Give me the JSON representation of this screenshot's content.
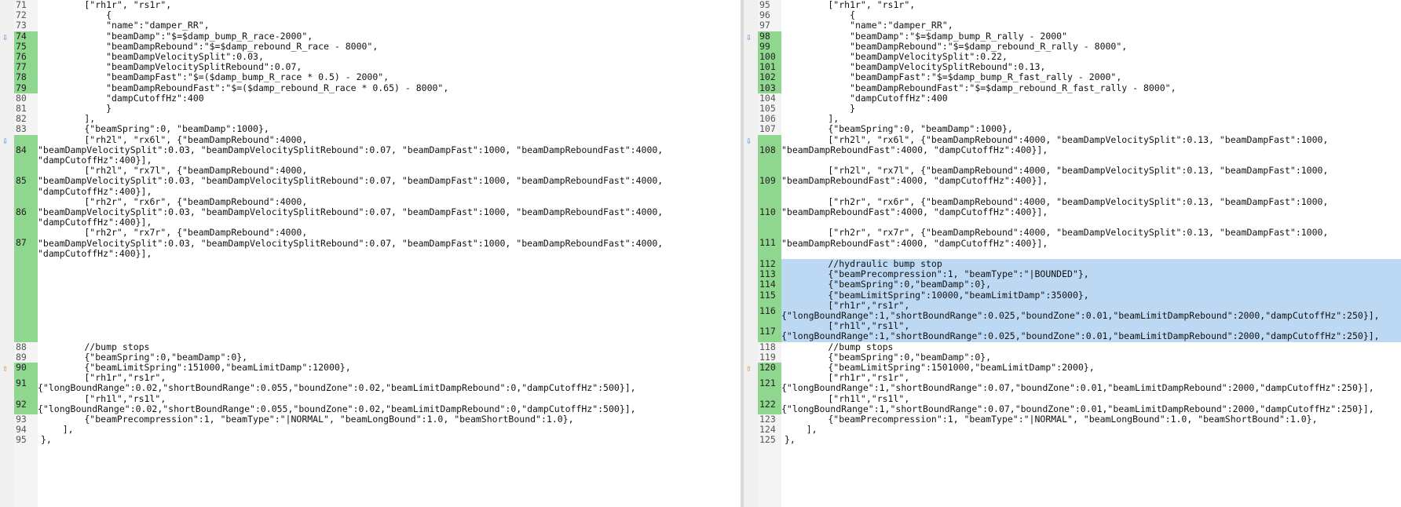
{
  "left": {
    "lines": [
      {
        "n": "71",
        "text": "        [\"rh1r\", \"rs1r\","
      },
      {
        "n": "72",
        "text": "            {"
      },
      {
        "n": "73",
        "text": "            \"name\":\"damper_RR\","
      },
      {
        "n": "74",
        "text": "            \"beamDamp\":\"$=$damp_bump_R_race-2000\",",
        "changed": true,
        "marker": "down"
      },
      {
        "n": "75",
        "text": "            \"beamDampRebound\":\"$=$damp_rebound_R_race - 8000\",",
        "changed": true
      },
      {
        "n": "76",
        "text": "            \"beamDampVelocitySplit\":0.03,",
        "changed": true
      },
      {
        "n": "77",
        "text": "            \"beamDampVelocitySplitRebound\":0.07,",
        "changed": true
      },
      {
        "n": "78",
        "text": "            \"beamDampFast\":\"$=($damp_bump_R_race * 0.5) - 2000\",",
        "changed": true
      },
      {
        "n": "79",
        "text": "            \"beamDampReboundFast\":\"$=($damp_rebound_R_race * 0.65) - 8000\",",
        "changed": true
      },
      {
        "n": "80",
        "text": "            \"dampCutoffHz\":400"
      },
      {
        "n": "81",
        "text": "            }"
      },
      {
        "n": "82",
        "text": "        ],"
      },
      {
        "n": "83",
        "text": "        {\"beamSpring\":0, \"beamDamp\":1000},"
      }
    ],
    "wrapped": [
      {
        "n": "84",
        "pre": "        [\"rh2l\", \"rx6l\", {\"beamDampRebound\":4000,",
        "l2": "\"beamDampVelocitySplit\":0.03, \"beamDampVelocitySplitRebound\":0.07, \"beamDampFast\":1000, \"beamDampReboundFast\":4000,",
        "l3": "\"dampCutoffHz\":400}],"
      },
      {
        "n": "85",
        "pre": "        [\"rh2l\", \"rx7l\", {\"beamDampRebound\":4000,",
        "l2": "\"beamDampVelocitySplit\":0.03, \"beamDampVelocitySplitRebound\":0.07, \"beamDampFast\":1000, \"beamDampReboundFast\":4000,",
        "l3": "\"dampCutoffHz\":400}],"
      },
      {
        "n": "86",
        "pre": "        [\"rh2r\", \"rx6r\", {\"beamDampRebound\":4000,",
        "l2": "\"beamDampVelocitySplit\":0.03, \"beamDampVelocitySplitRebound\":0.07, \"beamDampFast\":1000, \"beamDampReboundFast\":4000,",
        "l3": "\"dampCutoffHz\":400}],"
      },
      {
        "n": "87",
        "pre": "        [\"rh2r\", \"rx7r\", {\"beamDampRebound\":4000,",
        "l2": "\"beamDampVelocitySplit\":0.03, \"beamDampVelocitySplitRebound\":0.07, \"beamDampFast\":1000, \"beamDampReboundFast\":4000,",
        "l3": "\"dampCutoffHz\":400}],"
      }
    ],
    "tail": [
      {
        "n": "88",
        "text": "        //bump stops"
      },
      {
        "n": "89",
        "text": "        {\"beamSpring\":0,\"beamDamp\":0},"
      },
      {
        "n": "90",
        "text": "        {\"beamLimitSpring\":151000,\"beamLimitDamp\":12000},",
        "changed": true,
        "marker": "up"
      },
      {
        "n": "91",
        "text": "        [\"rh1r\",\"rs1r\",",
        "l2": "{\"longBoundRange\":0.02,\"shortBoundRange\":0.055,\"boundZone\":0.02,\"beamLimitDampRebound\":0,\"dampCutoffHz\":500}],",
        "changed": true
      },
      {
        "n": "92",
        "text": "        [\"rh1l\",\"rs1l\",",
        "l2": "{\"longBoundRange\":0.02,\"shortBoundRange\":0.055,\"boundZone\":0.02,\"beamLimitDampRebound\":0,\"dampCutoffHz\":500}],",
        "changed": true
      },
      {
        "n": "93",
        "text": "        {\"beamPrecompression\":1, \"beamType\":\"|NORMAL\", \"beamLongBound\":1.0, \"beamShortBound\":1.0},"
      },
      {
        "n": "94",
        "text": "    ],"
      },
      {
        "n": "95",
        "text": "},"
      }
    ]
  },
  "right": {
    "lines": [
      {
        "n": "95",
        "text": "        [\"rh1r\", \"rs1r\","
      },
      {
        "n": "96",
        "text": "            {"
      },
      {
        "n": "97",
        "text": "            \"name\":\"damper_RR\","
      },
      {
        "n": "98",
        "text": "            \"beamDamp\":\"$=$damp_bump_R_rally - 2000\"",
        "changed": true,
        "marker": "down"
      },
      {
        "n": "99",
        "text": "            \"beamDampRebound\":\"$=$damp_rebound_R_rally - 8000\",",
        "changed": true
      },
      {
        "n": "100",
        "text": "            \"beamDampVelocitySplit\":0.22,",
        "changed": true
      },
      {
        "n": "101",
        "text": "            \"beamDampVelocitySplitRebound\":0.13,",
        "changed": true
      },
      {
        "n": "102",
        "text": "            \"beamDampFast\":\"$=$damp_bump_R_fast_rally - 2000\",",
        "changed": true
      },
      {
        "n": "103",
        "text": "            \"beamDampReboundFast\":\"$=$damp_rebound_R_fast_rally - 8000\",",
        "changed": true
      },
      {
        "n": "104",
        "text": "            \"dampCutoffHz\":400"
      },
      {
        "n": "105",
        "text": "            }"
      },
      {
        "n": "106",
        "text": "        ],"
      },
      {
        "n": "107",
        "text": "        {\"beamSpring\":0, \"beamDamp\":1000},"
      }
    ],
    "wrapped": [
      {
        "n": "108",
        "pre": "        [\"rh2l\", \"rx6l\", {\"beamDampRebound\":4000, \"beamDampVelocitySplit\":0.13, \"beamDampFast\":1000,",
        "l2": "\"beamDampReboundFast\":4000, \"dampCutoffHz\":400}],"
      },
      {
        "n": "109",
        "pre": "        [\"rh2l\", \"rx7l\", {\"beamDampRebound\":4000, \"beamDampVelocitySplit\":0.13, \"beamDampFast\":1000,",
        "l2": "\"beamDampReboundFast\":4000, \"dampCutoffHz\":400}],"
      },
      {
        "n": "110",
        "pre": "        [\"rh2r\", \"rx6r\", {\"beamDampRebound\":4000, \"beamDampVelocitySplit\":0.13, \"beamDampFast\":1000,",
        "l2": "\"beamDampReboundFast\":4000, \"dampCutoffHz\":400}],"
      },
      {
        "n": "111",
        "pre": "        [\"rh2r\", \"rx7r\", {\"beamDampRebound\":4000, \"beamDampVelocitySplit\":0.13, \"beamDampFast\":1000,",
        "l2": "\"beamDampReboundFast\":4000, \"dampCutoffHz\":400}],"
      }
    ],
    "inserted": [
      {
        "n": "112",
        "text": "        //hydraulic bump stop"
      },
      {
        "n": "113",
        "text": "        {\"beamPrecompression\":1, \"beamType\":\"|BOUNDED\"},"
      },
      {
        "n": "114",
        "text": "        {\"beamSpring\":0,\"beamDamp\":0},"
      },
      {
        "n": "115",
        "text": "        {\"beamLimitSpring\":10000,\"beamLimitDamp\":35000},"
      },
      {
        "n": "116",
        "text": "        [\"rh1r\",\"rs1r\",",
        "l2": "{\"longBoundRange\":1,\"shortBoundRange\":0.025,\"boundZone\":0.01,\"beamLimitDampRebound\":2000,\"dampCutoffHz\":250}],"
      },
      {
        "n": "117",
        "text": "        [\"rh1l\",\"rs1l\",",
        "l2": "{\"longBoundRange\":1,\"shortBoundRange\":0.025,\"boundZone\":0.01,\"beamLimitDampRebound\":2000,\"dampCutoffHz\":250}],"
      }
    ],
    "tail": [
      {
        "n": "118",
        "text": "        //bump stops"
      },
      {
        "n": "119",
        "text": "        {\"beamSpring\":0,\"beamDamp\":0},"
      },
      {
        "n": "120",
        "text": "        {\"beamLimitSpring\":1501000,\"beamLimitDamp\":2000},",
        "changed": true,
        "marker": "up"
      },
      {
        "n": "121",
        "text": "        [\"rh1r\",\"rs1r\",",
        "l2": "{\"longBoundRange\":1,\"shortBoundRange\":0.07,\"boundZone\":0.01,\"beamLimitDampRebound\":2000,\"dampCutoffHz\":250}],",
        "changed": true
      },
      {
        "n": "122",
        "text": "        [\"rh1l\",\"rs1l\",",
        "l2": "{\"longBoundRange\":1,\"shortBoundRange\":0.07,\"boundZone\":0.01,\"beamLimitDampRebound\":2000,\"dampCutoffHz\":250}],",
        "changed": true
      },
      {
        "n": "123",
        "text": "        {\"beamPrecompression\":1, \"beamType\":\"|NORMAL\", \"beamLongBound\":1.0, \"beamShortBound\":1.0},"
      },
      {
        "n": "124",
        "text": "    ],"
      },
      {
        "n": "125",
        "text": "},"
      }
    ]
  },
  "colors": {
    "changed_gutter": "#8fd68f",
    "highlight": "#bcd8f3",
    "marker_down": "#2a7fd4",
    "marker_up": "#e07b16"
  },
  "icons": {
    "down_marker": "arrow-down-icon",
    "up_marker": "arrow-up-icon"
  }
}
